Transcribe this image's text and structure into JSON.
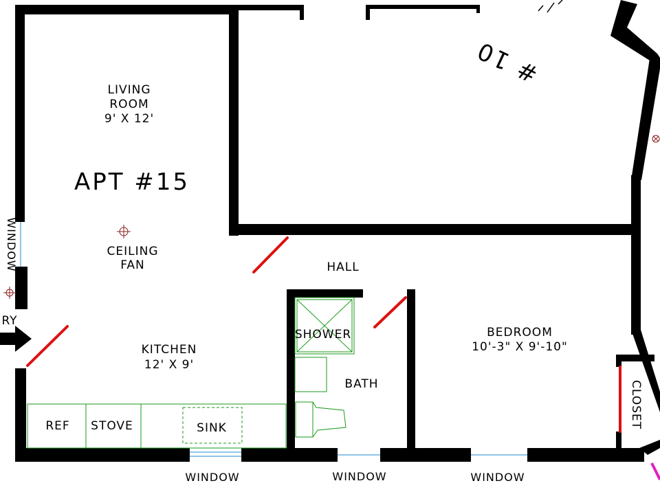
{
  "colors": {
    "wall": "#000000",
    "door": "#dd1111",
    "fixture": "#1a9a1a",
    "window_pane": "#6ab0e0",
    "fan": "#8a1f1f",
    "accent_magenta": "#e020c0"
  },
  "plan": {
    "apartment_title": "APT #15",
    "neighbor_label": "# 10",
    "rooms": {
      "living_name_1": "LIVING",
      "living_name_2": "ROOM",
      "living_size": "9' X 12'",
      "ceiling_fan_1": "CEIL",
      "ceiling_fan_2": "ING",
      "ceiling_fan_3": "FAN",
      "hall": "HALL",
      "kitchen_name": "KITCHEN",
      "kitchen_size": "12' X 9'",
      "bedroom_name": "BEDROOM",
      "bedroom_size": "10'-3\" X 9'-10\"",
      "bath": "BATH",
      "shower": "SHOWER",
      "closet": "CLOSET"
    },
    "fixtures": {
      "ref": "REF",
      "stove": "STOVE",
      "sink": "SINK"
    },
    "windows": {
      "left": "WINDOW",
      "bottom_kitchen": "WINDOW",
      "bottom_bath": "WINDOW",
      "bottom_bedroom": "WINDOW"
    },
    "entry_fragment": "RY"
  }
}
